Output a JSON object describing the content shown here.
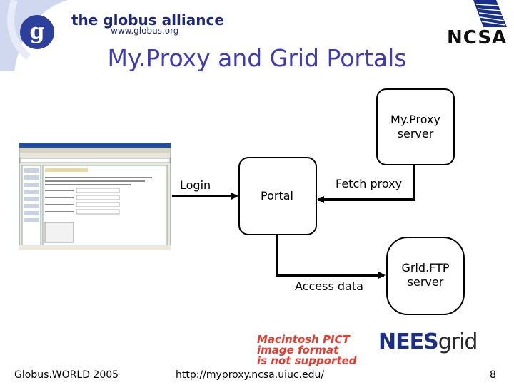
{
  "header": {
    "globus_name": "the globus alliance",
    "globus_url": "www.globus.org",
    "ncsa_logo": "NCSA",
    "title": "My.Proxy and Grid Portals"
  },
  "diagram": {
    "myproxy_server": [
      "My.Proxy",
      "server"
    ],
    "portal": "Portal",
    "gridftp_server": [
      "Grid.FTP",
      "server"
    ],
    "login_label": "Login",
    "fetch_label": "Fetch proxy",
    "access_label": "Access data"
  },
  "bottom": {
    "pict_notice": [
      "Macintosh PICT",
      "image format",
      "is not supported"
    ],
    "nees_logo": "NEES",
    "nees_logo_suffix": "grid"
  },
  "footer": {
    "left": "Globus.WORLD 2005",
    "center": "http://myproxy.ncsa.uiuc.edu/",
    "page_number": "8"
  },
  "colors": {
    "title": "#3f3bb7",
    "globus_blue": "#1e2a78",
    "pict_red": "#e83a2e"
  }
}
